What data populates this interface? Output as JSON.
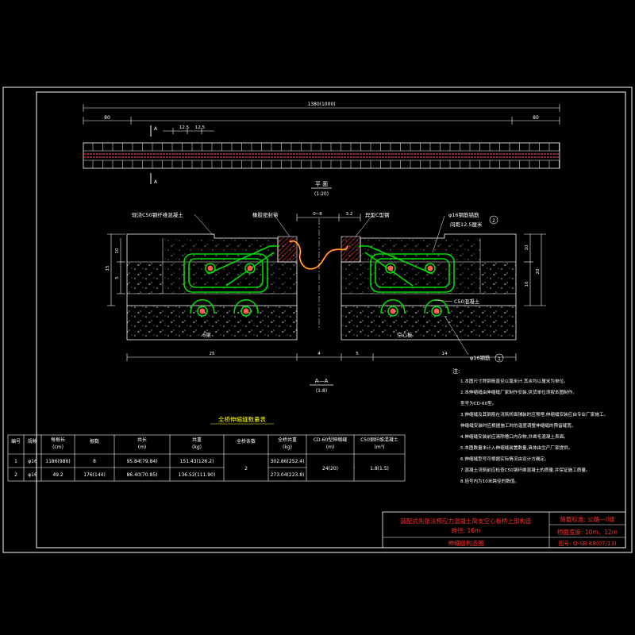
{
  "plan": {
    "total_dim": "1380(1000)",
    "left_dim": "80",
    "right_dim": "80",
    "gap_a": "12.5",
    "gap_b": "12.5",
    "section_mark": "A",
    "title": "平  面",
    "scale": "(1:20)"
  },
  "section": {
    "label_concrete": "现浇C50钢纤维混凝土",
    "label_seal": "橡胶密封带",
    "label_steel": "异型C型钢",
    "label_rebar": "φ16钢筋锚筋",
    "label_spacing": "间距12.5厘米",
    "label_c50": "C50混凝土",
    "label_anchor": "φ16钢筋",
    "label_left_beam": "6梁",
    "label_right_beam": "空心板",
    "callout_2": "2",
    "callout_1": "1",
    "dim_gap": "0~8",
    "dim_32": "3.2",
    "dim_25": "25",
    "dim_4": "4",
    "dim_5": "5",
    "dim_14": "14",
    "dim_left_15": "15",
    "dim_left_10": "10",
    "dim_left_5": "5",
    "dim_right_10a": "10",
    "dim_right_20": "20",
    "dim_right_10b": "10",
    "title": "A—A",
    "scale": "(1:8)"
  },
  "table": {
    "title": "全桥伸缩缝数量表",
    "headers": [
      "编号",
      "规格",
      "每根长\n(cm)",
      "根数",
      "共长\n(m)",
      "共重\n(kg)",
      "全桥条数",
      "全桥共重\n(kg)",
      "CD-60型伸缩缝\n(m)",
      "C50钢纤维混凝土\n(m³)"
    ],
    "rows": [
      [
        "1",
        "φ16",
        "1186(986)",
        "8",
        "95.84(79.84)",
        "151.43(126.2)",
        "151.43(126.2)",
        "302.86(252.4)"
      ],
      [
        "2",
        "φ16",
        "49.2",
        "176(144)",
        "86.40(70.85)",
        "136.52(111.90)",
        "136.52(111.90)",
        "273.04(223.8)"
      ]
    ],
    "merged_count": "2",
    "merged_cd60": "24(20)",
    "merged_c50": "1.8(1.5)"
  },
  "notes": {
    "heading": "注:",
    "items": [
      "1.本图尺寸除钢筋直径以毫米计,其余均以厘米为单位。",
      "2.本伸缩缝由伸缩缝厂家制作安装,供货单位须按本图制作。",
      "  型号为CD-60型。",
      "3.伸缩缝及其钢筋在浇筑桥面铺装时应预埋,伸缩缝安装应由专业厂家施工。",
      "  伸缩缝安装时应根据施工时的温度调整伸缩缝的预留缝宽。",
      "4.伸缩缝安装前应清除槽口内杂物,并凿毛混凝土表面。",
      "5.本图数量未计入伸缩缝装置数量,具体由生产厂家提供。",
      "6.伸缩缝型号可根据实际情况由设计方确定。",
      "7.混凝土浇筑前应检查C50钢纤维混凝土的质量,并保证施工质量。",
      "8.括号内为10米跨径的数值。"
    ]
  },
  "title_block": {
    "project": "装配式先张法预应力混凝土简支空心板桥上部构造",
    "span_label": "跨径: 16m",
    "drawing_name": "伸缩缝构造图",
    "standard_label": "荷载标准: 公路—II级",
    "width_label": "桥面宽度: 10m、12m",
    "drawing_no": "图号: Q-SB-K8(07/13)"
  },
  "colors": {
    "background": "#000000",
    "line_white": "#ffffff",
    "green": "#00ff00",
    "red": "#ff0000",
    "yellow": "#ffff00",
    "cyan": "#00ffff",
    "magenta": "#ff00ff"
  }
}
